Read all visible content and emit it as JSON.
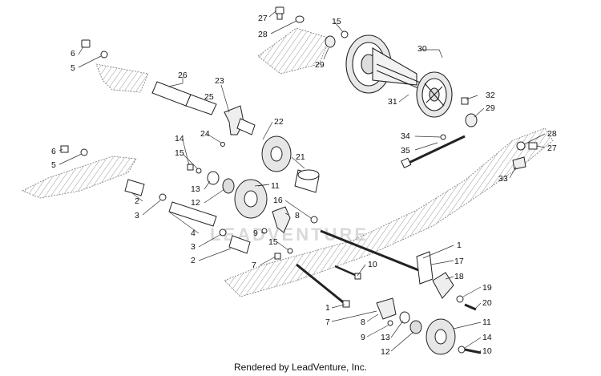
{
  "diagram": {
    "watermark": "LEADVENTURE",
    "footer": "Rendered by LeadVenture, Inc.",
    "callouts": [
      {
        "id": "c27a",
        "text": "27"
      },
      {
        "id": "c28a",
        "text": "28"
      },
      {
        "id": "c15a",
        "text": "15"
      },
      {
        "id": "c30",
        "text": "30"
      },
      {
        "id": "c29a",
        "text": "29"
      },
      {
        "id": "c6a",
        "text": "6"
      },
      {
        "id": "c5a",
        "text": "5"
      },
      {
        "id": "c26",
        "text": "26"
      },
      {
        "id": "c23",
        "text": "23"
      },
      {
        "id": "c25",
        "text": "25"
      },
      {
        "id": "c22",
        "text": "22"
      },
      {
        "id": "c24",
        "text": "24"
      },
      {
        "id": "c14a",
        "text": "14"
      },
      {
        "id": "c15b",
        "text": "15"
      },
      {
        "id": "c21",
        "text": "21"
      },
      {
        "id": "c31",
        "text": "31"
      },
      {
        "id": "c32",
        "text": "32"
      },
      {
        "id": "c29b",
        "text": "29"
      },
      {
        "id": "c34",
        "text": "34"
      },
      {
        "id": "c35",
        "text": "35"
      },
      {
        "id": "c28b",
        "text": "28"
      },
      {
        "id": "c27b",
        "text": "27"
      },
      {
        "id": "c33",
        "text": "33"
      },
      {
        "id": "c6b",
        "text": "6"
      },
      {
        "id": "c5b",
        "text": "5"
      },
      {
        "id": "c13a",
        "text": "13"
      },
      {
        "id": "c11a",
        "text": "11"
      },
      {
        "id": "c12a",
        "text": "12"
      },
      {
        "id": "c16",
        "text": "16"
      },
      {
        "id": "c2a",
        "text": "2"
      },
      {
        "id": "c3a",
        "text": "3"
      },
      {
        "id": "c8a",
        "text": "8"
      },
      {
        "id": "c9a",
        "text": "9"
      },
      {
        "id": "c4",
        "text": "4"
      },
      {
        "id": "c3b",
        "text": "3"
      },
      {
        "id": "c15c",
        "text": "15"
      },
      {
        "id": "c2b",
        "text": "2"
      },
      {
        "id": "c7a",
        "text": "7"
      },
      {
        "id": "c1a",
        "text": "1"
      },
      {
        "id": "c17",
        "text": "17"
      },
      {
        "id": "c10a",
        "text": "10"
      },
      {
        "id": "c18",
        "text": "18"
      },
      {
        "id": "c19",
        "text": "19"
      },
      {
        "id": "c20",
        "text": "20"
      },
      {
        "id": "c1b",
        "text": "1"
      },
      {
        "id": "c7b",
        "text": "7"
      },
      {
        "id": "c8b",
        "text": "8"
      },
      {
        "id": "c9b",
        "text": "9"
      },
      {
        "id": "c13b",
        "text": "13"
      },
      {
        "id": "c11b",
        "text": "11"
      },
      {
        "id": "c14b",
        "text": "14"
      },
      {
        "id": "c12b",
        "text": "12"
      },
      {
        "id": "c10b",
        "text": "10"
      }
    ]
  }
}
